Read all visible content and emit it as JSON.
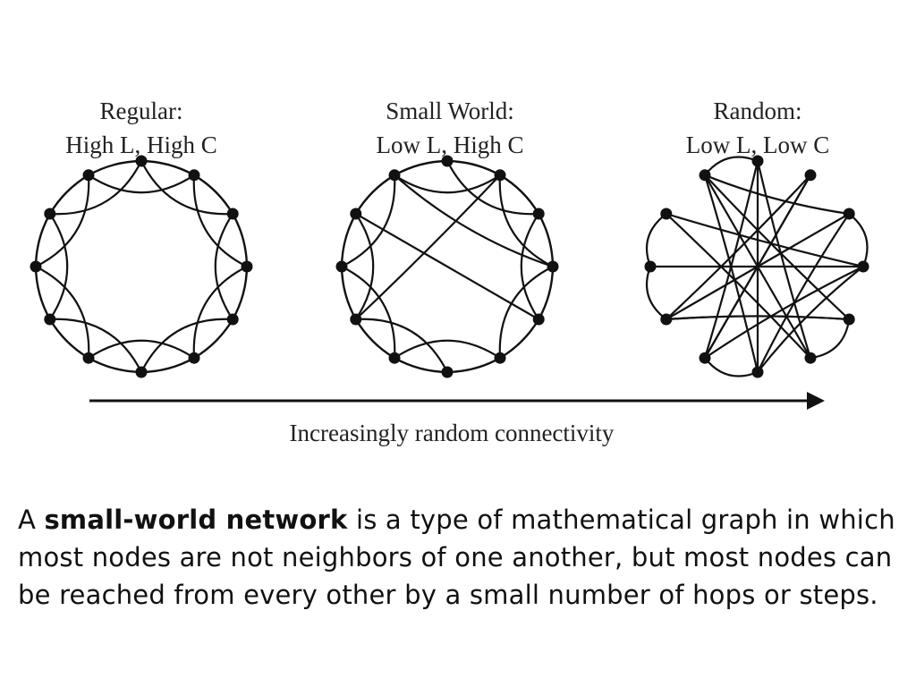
{
  "figure": {
    "panels": [
      {
        "id": "regular",
        "title_line1": "Regular:",
        "title_line2": "High L, High C",
        "type": "regular"
      },
      {
        "id": "small-world",
        "title_line1": "Small World:",
        "title_line2": "Low L, High C",
        "type": "small-world"
      },
      {
        "id": "random",
        "title_line1": "Random:",
        "title_line2": "Low L, Low C",
        "type": "random"
      }
    ],
    "arrow_caption": "Increasingly random connectivity",
    "colors": {
      "ink": "#111111",
      "background": "#ffffff"
    }
  },
  "caption": {
    "prefix": "A ",
    "bold_term": "small-world network",
    "suffix": " is a type of mathematical graph in which most nodes are not neighbors of one another, but most nodes can be reached from every other by a small number of hops or steps."
  }
}
